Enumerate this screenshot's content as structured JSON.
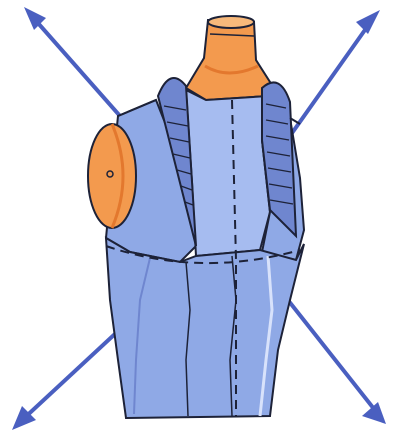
{
  "figure": {
    "subject": "dress-form-bodice-with-darts",
    "arrows": [
      {
        "name": "arrow-upper-left",
        "direction": "up-left"
      },
      {
        "name": "arrow-upper-right",
        "direction": "up-right"
      },
      {
        "name": "arrow-lower-left",
        "direction": "down-left"
      },
      {
        "name": "arrow-lower-right",
        "direction": "down-right"
      }
    ],
    "colors": {
      "bodice": "#8fa9e6",
      "bodice_shadow": "#6f86cf",
      "bodice_light": "#b7c8f1",
      "outline": "#1d2238",
      "form_neck": "#f39a4e",
      "form_neck_dark": "#e3782e",
      "arrow": "#4a5fc0",
      "background": "#ffffff"
    }
  }
}
